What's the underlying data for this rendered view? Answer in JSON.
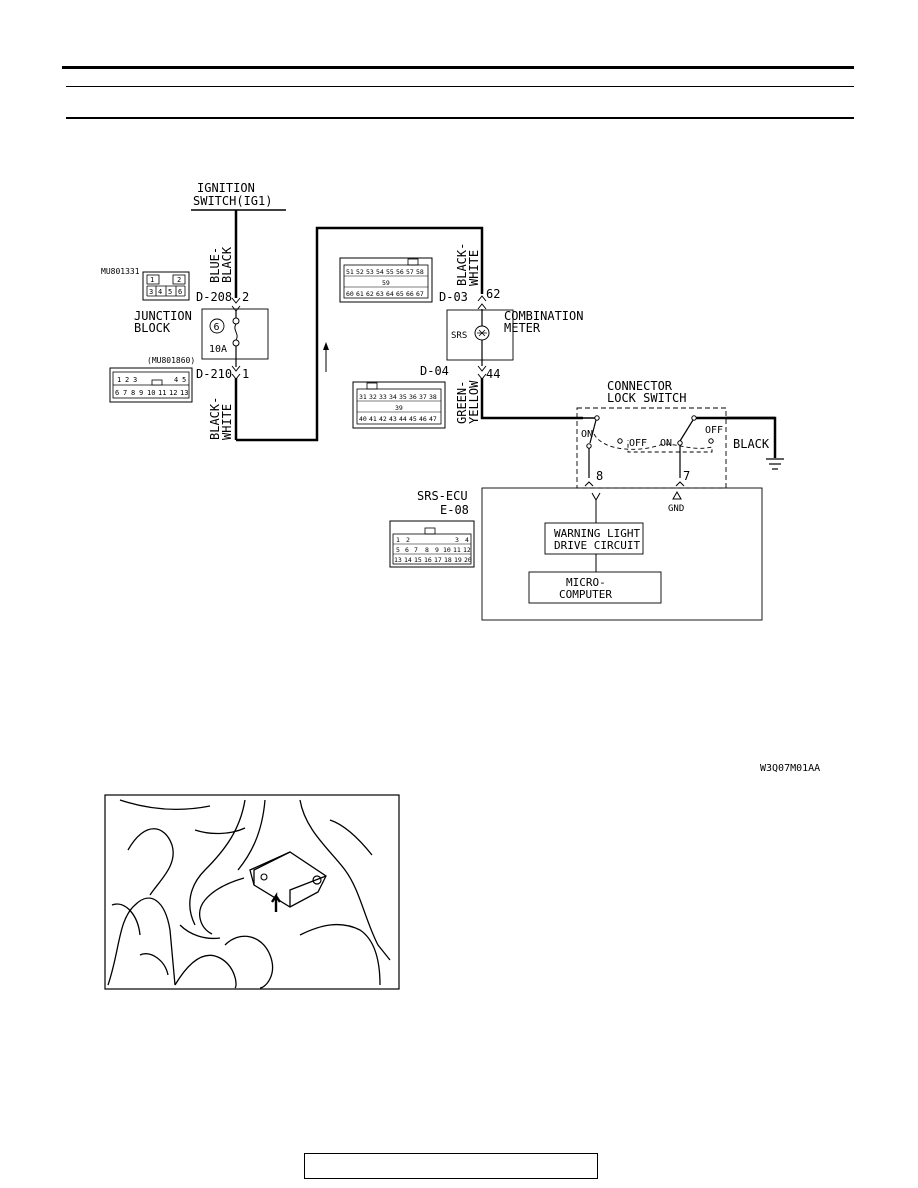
{
  "diagram": {
    "ignition_switch": [
      "IGNITION",
      "SWITCH(IG1)"
    ],
    "wire_blue_black": [
      "BLUE-",
      "BLACK"
    ],
    "wire_black_white_left": [
      "BLACK-",
      "WHITE"
    ],
    "wire_black_white_right": [
      "BLACK-",
      "WHITE"
    ],
    "wire_green_yellow": [
      "GREEN-",
      "YELLOW"
    ],
    "wire_black": "BLACK",
    "junction_block": [
      "JUNCTION",
      "BLOCK"
    ],
    "junction_connector_code": "MU801331",
    "junction_connector_pins": [
      "1",
      "2",
      "3",
      "4",
      "5",
      "6"
    ],
    "d210_connector_code": "(MU801860)",
    "d210_connector_pins": [
      "1",
      "2",
      "3",
      "4",
      "5",
      "6",
      "7",
      "8",
      "9",
      "10",
      "11",
      "12",
      "13"
    ],
    "fuse_number": "6",
    "fuse_rating": "10A",
    "conn_d208": "D-208",
    "conn_d210": "D-210",
    "conn_d03": "D-03",
    "conn_d04": "D-04",
    "conn_e08": "E-08",
    "pin_2": "2",
    "pin_1": "1",
    "pin_62": "62",
    "pin_44": "44",
    "pin_8": "8",
    "pin_7": "7",
    "d03_pins_top": [
      "51",
      "52",
      "53",
      "54",
      "55",
      "56",
      "57",
      "58"
    ],
    "d03_pin_mid": "59",
    "d03_pins_bottom": [
      "60",
      "61",
      "62",
      "63",
      "64",
      "65",
      "66",
      "67"
    ],
    "d04_pins_top": [
      "31",
      "32",
      "33",
      "34",
      "35",
      "36",
      "37",
      "38"
    ],
    "d04_pin_mid": "39",
    "d04_pins_bottom": [
      "40",
      "41",
      "42",
      "43",
      "44",
      "45",
      "46",
      "47"
    ],
    "combination_meter": [
      "COMBINATION",
      "METER"
    ],
    "srs_lamp": "SRS",
    "connector_lock_switch": [
      "CONNECTOR",
      "LOCK SWITCH"
    ],
    "switch_on": "ON",
    "switch_off": "OFF",
    "srs_ecu": "SRS-ECU",
    "gnd": "GND",
    "warning_light": [
      "WARNING LIGHT",
      "DRIVE CIRCUIT"
    ],
    "microcomputer": [
      "MICRO-",
      "COMPUTER"
    ],
    "e08_pins_row1": [
      "1",
      "2",
      "3",
      "4"
    ],
    "e08_pins_row2": [
      "5",
      "6",
      "7",
      "8",
      "9",
      "10",
      "11",
      "12"
    ],
    "e08_pins_row3": [
      "13",
      "14",
      "15",
      "16",
      "17",
      "18",
      "19",
      "20"
    ],
    "figure_code": "W3Q07M01AA"
  }
}
